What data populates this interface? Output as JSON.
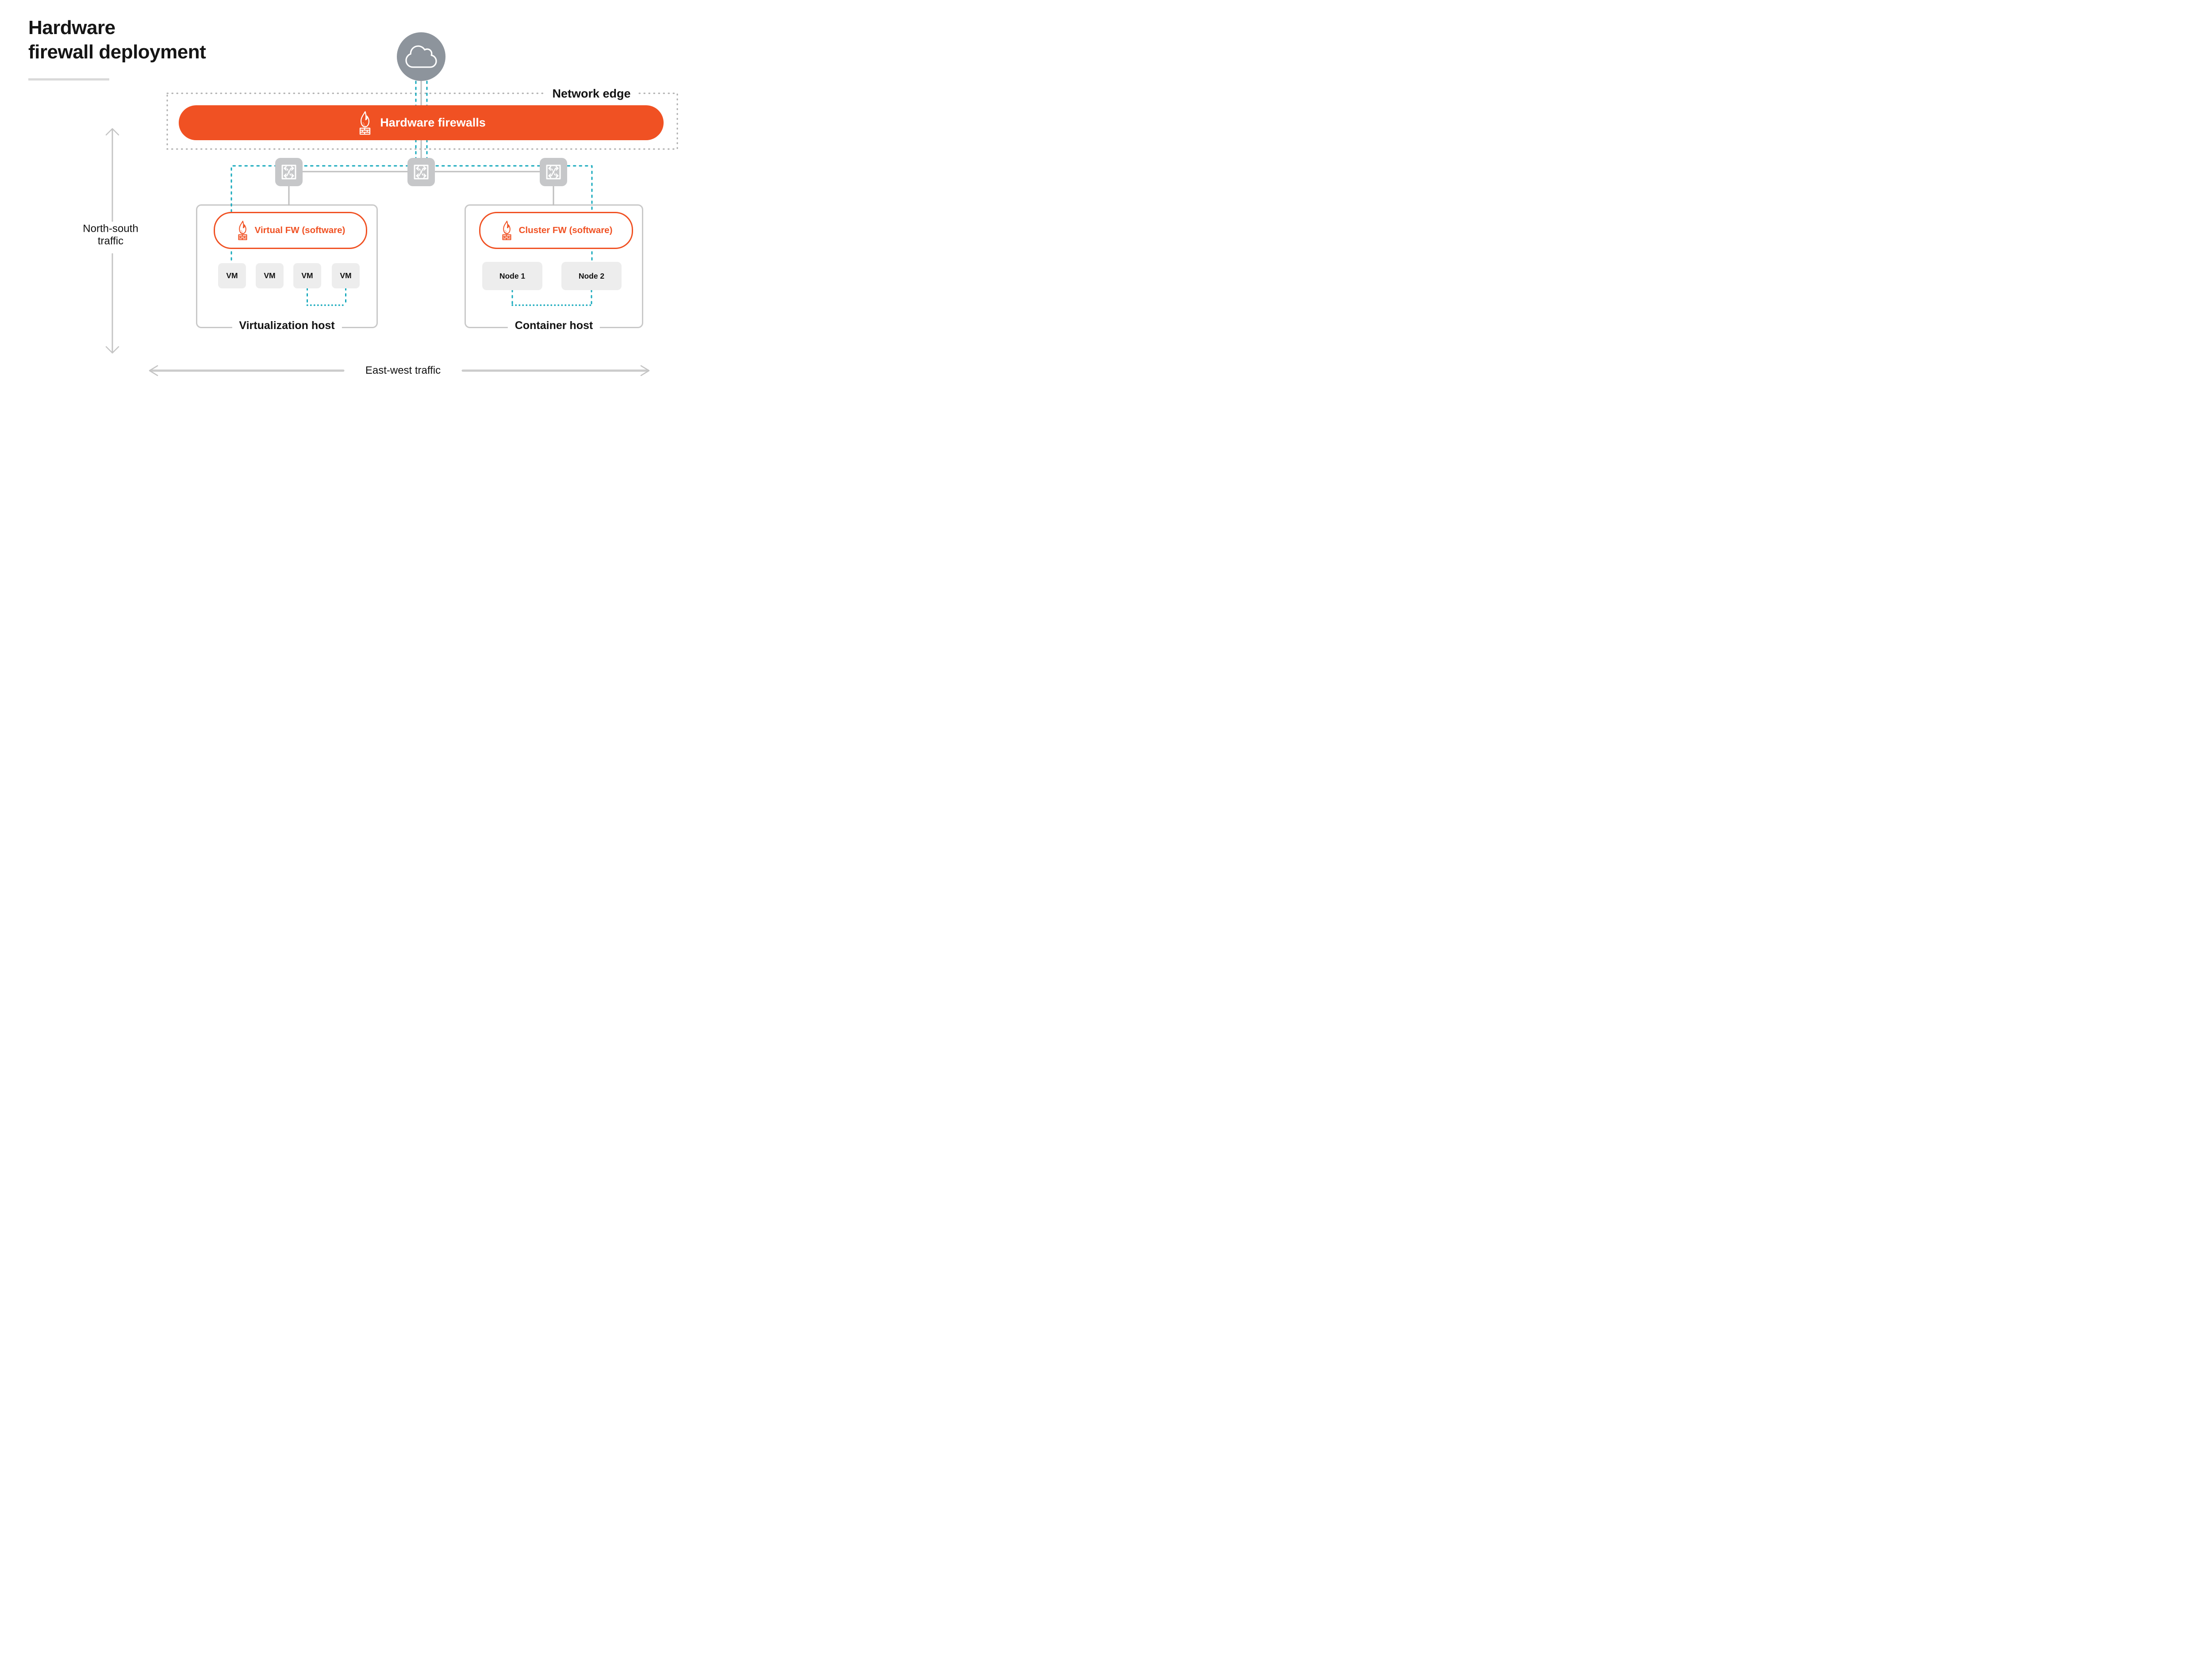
{
  "title": {
    "line1": "Hardware",
    "line2": "firewall deployment"
  },
  "network_edge": {
    "label": "Network edge"
  },
  "hardware_firewalls": {
    "label": "Hardware firewalls"
  },
  "virtualization_host": {
    "label": "Virtualization host",
    "firewall_label": "Virtual FW (software)",
    "vms": [
      "VM",
      "VM",
      "VM",
      "VM"
    ]
  },
  "container_host": {
    "label": "Container host",
    "firewall_label": "Cluster FW (software)",
    "nodes": [
      "Node 1",
      "Node 2"
    ]
  },
  "traffic": {
    "north_south_line1": "North-south",
    "north_south_line2": "traffic",
    "east_west": "East-west traffic"
  },
  "icons": {
    "cloud": "cloud-icon",
    "switch": "network-switch-icon",
    "firewall": "firewall-flame-brick-icon",
    "north_south_arrow": "double-arrow-vertical-icon",
    "east_west_arrow": "double-arrow-horizontal-icon"
  },
  "colors": {
    "accent_orange": "#F05123",
    "traffic_teal": "#16A9BC",
    "cloud_gray": "#8D949C",
    "switch_gray": "#C6C7C9",
    "line_gray": "#BEBEBE",
    "dashed_border_gray": "#ADADAD",
    "host_border_gray": "#C9C9C9",
    "box_fill_gray": "#EDEDED",
    "text_black": "#151515"
  }
}
